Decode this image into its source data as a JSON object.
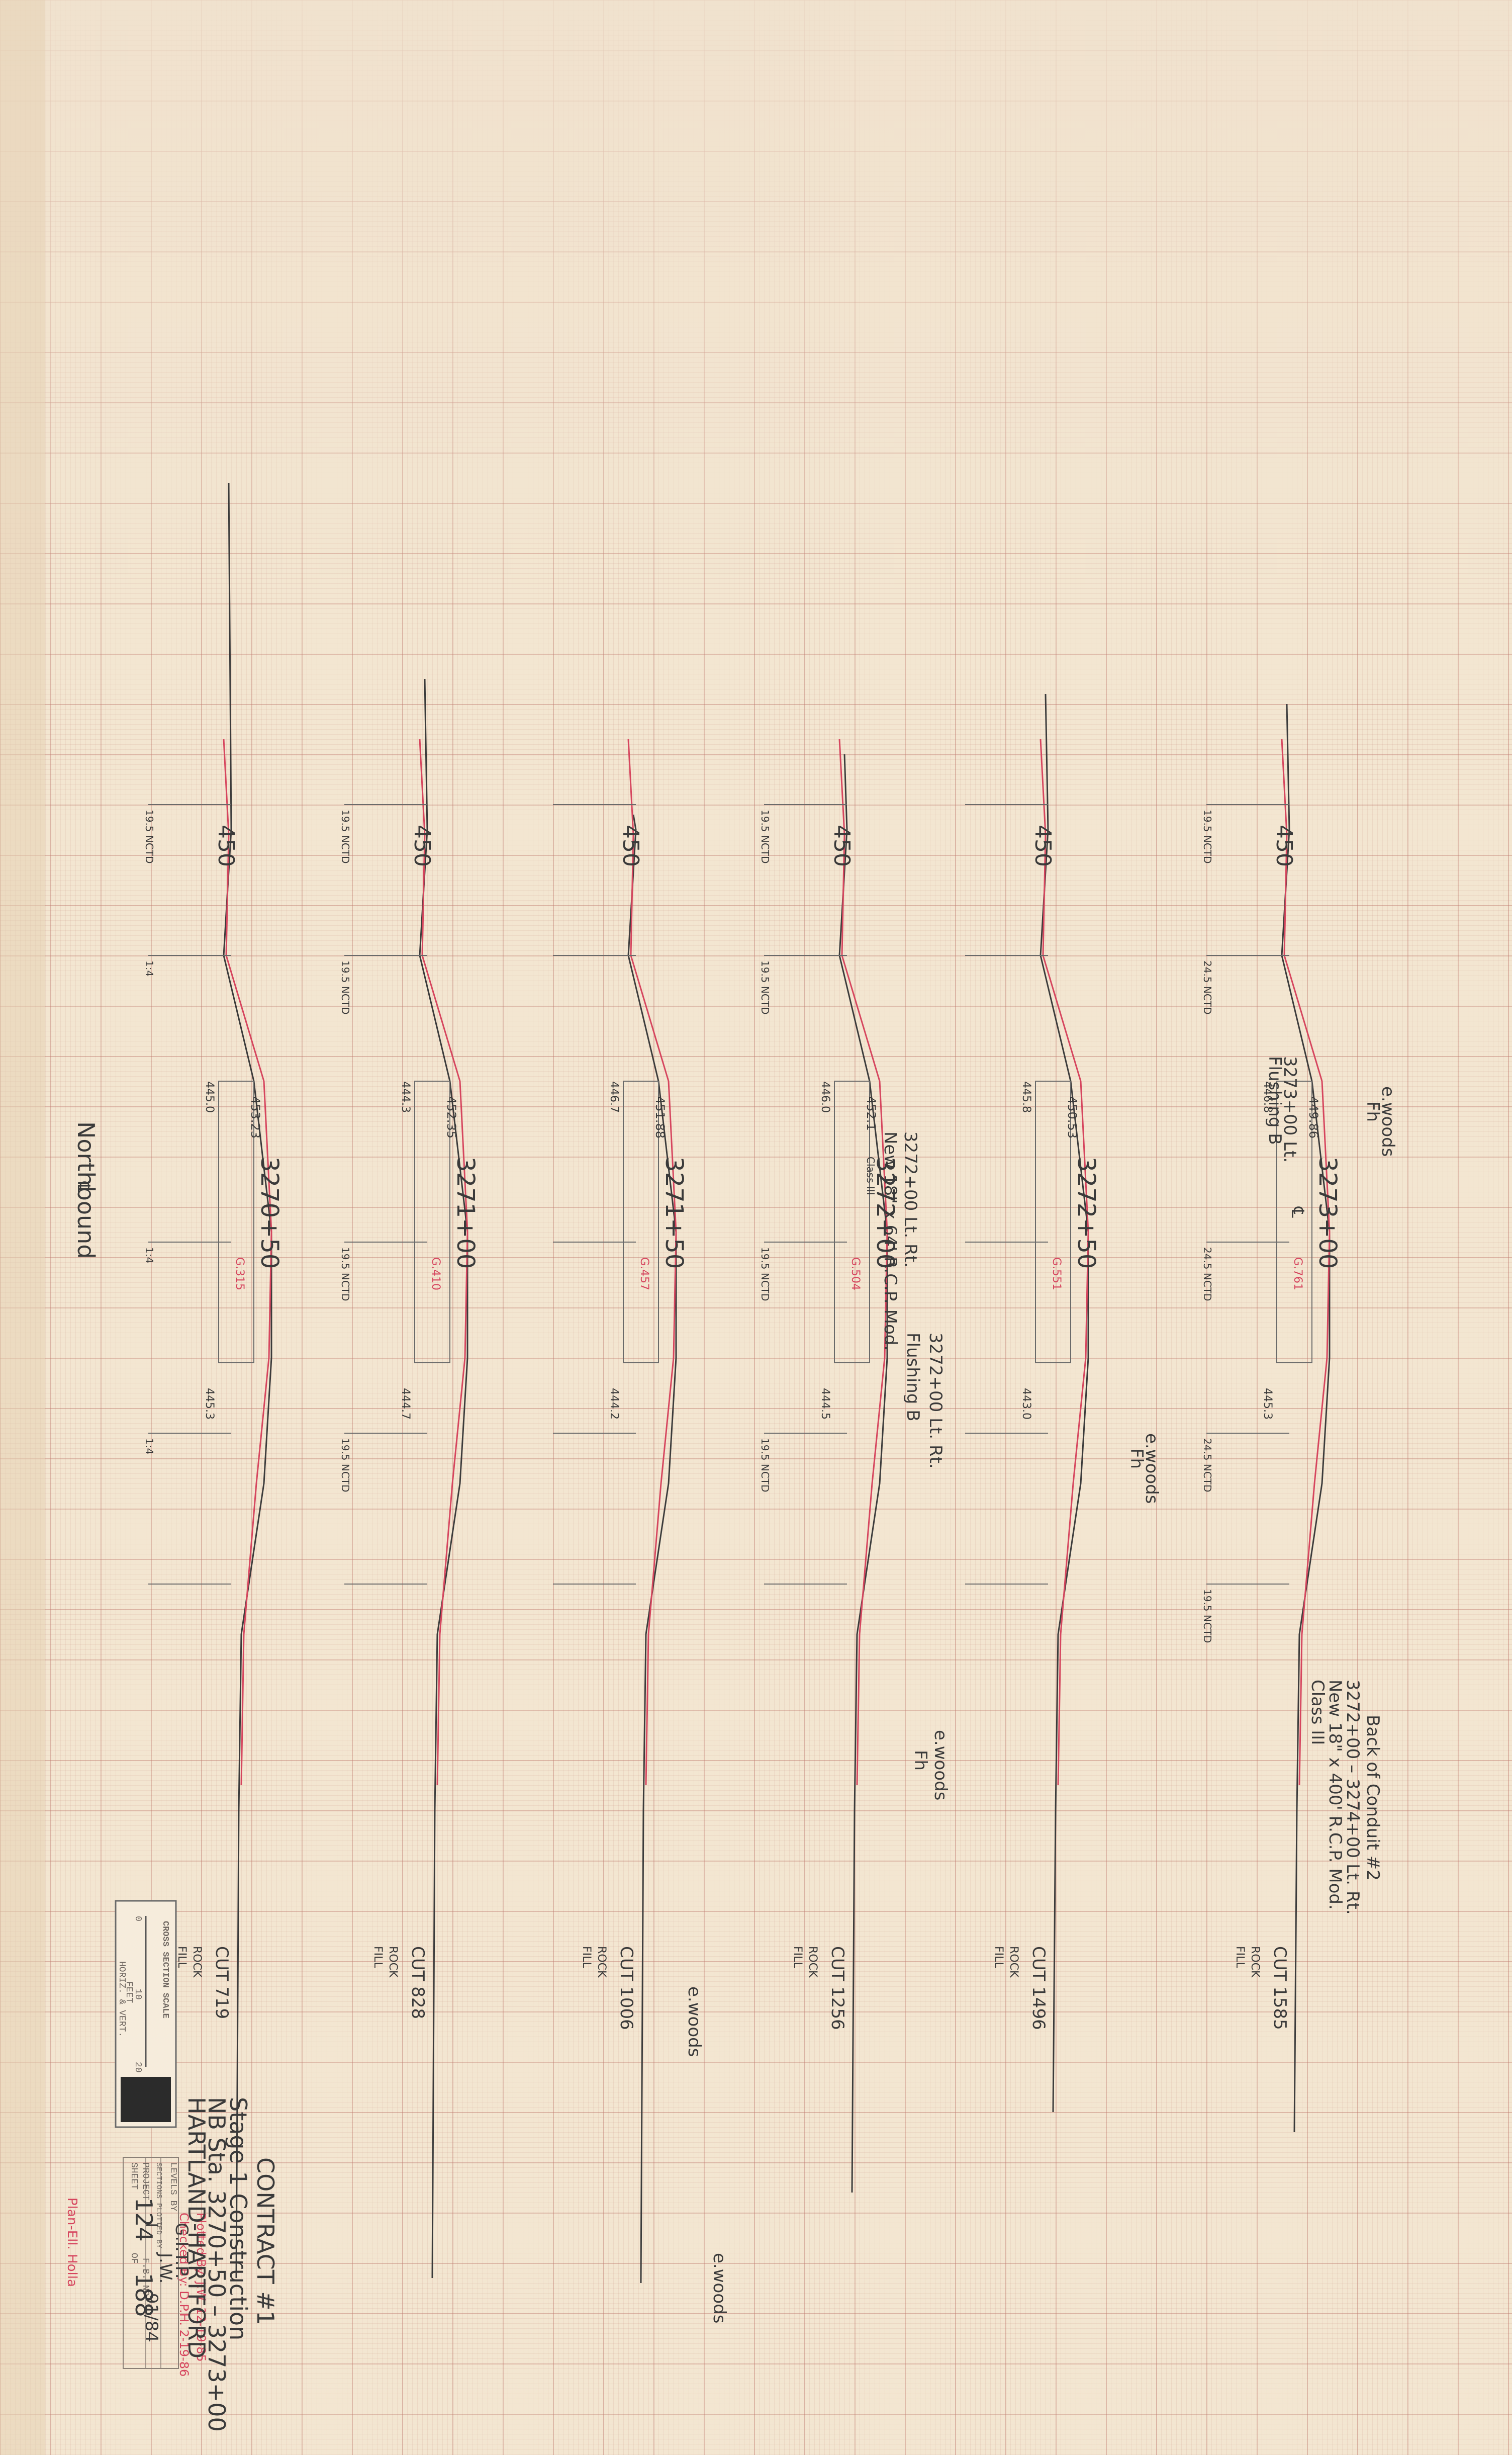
{
  "title_block": {
    "contract": "CONTRACT #1",
    "stage": "Stage 1 Construction",
    "stations": "NB Sta. 3270+50 – 3273+00",
    "project_name": "HARTLAND-HARTFORD",
    "levels_by_label": "LEVELS BY",
    "levels_by": "G.I.T.P.",
    "sections_plotted_label": "SECTIONS PLOTTED BY",
    "sections_plotted_by": "J.W.",
    "project_label": "PROJECT",
    "project": "I",
    "sheet_label": "SHEET",
    "sheet": "124",
    "sheet_of_label": "OF",
    "sheet_total": "188",
    "field_book_label": "F.B. NO.",
    "field_book": "91/84"
  },
  "scale_box": {
    "title": "CROSS SECTION SCALE",
    "ticks": [
      "0",
      "10",
      "20"
    ],
    "unit": "FEET",
    "note": "HORIZ. & VERT."
  },
  "margin_notes": [
    "Plan-Ell. Holla",
    "Plotted By: J.W. 12-19-85",
    "Checked By: D.P.H. 2-19-86"
  ],
  "centerline_label": "℄",
  "northbound_label": "Northbound",
  "sections": [
    {
      "station": "3270+50",
      "elev": "450",
      "grade_elev": "453.23",
      "left_elev": "445.0",
      "right_elev": "445.3",
      "grade_note": "G.315",
      "offset_labels": [
        "19.5 NCTD",
        "1:4",
        "1:4",
        "1:4"
      ],
      "quantity": {
        "cut": "CUT 719",
        "rock": "ROCK",
        "fill": "FILL"
      },
      "notes": []
    },
    {
      "station": "3271+00",
      "elev": "450",
      "grade_elev": "452.35",
      "left_elev": "444.3",
      "right_elev": "444.7",
      "grade_note": "G.410",
      "offset_labels": [
        "19.5 NCTD",
        "19.5 NCTD",
        "19.5 NCTD",
        "19.5 NCTD"
      ],
      "quantity": {
        "cut": "CUT 828",
        "rock": "ROCK",
        "fill": "FILL"
      },
      "notes": []
    },
    {
      "station": "3271+50",
      "elev": "450",
      "grade_elev": "451.88",
      "left_elev": "446.7",
      "right_elev": "444.2",
      "grade_note": "G.457",
      "offset_labels": [],
      "quantity": {
        "cut": "CUT 1006",
        "rock": "ROCK",
        "fill": "FILL"
      },
      "notes": [
        "e.woods"
      ]
    },
    {
      "station": "3272+00",
      "elev": "450",
      "grade_elev": "452.1",
      "left_elev": "446.0",
      "right_elev": "444.5",
      "grade_note": "G.504",
      "offset_labels": [
        "19.5 NCTD",
        "19.5 NCTD",
        "19.5 NCTD",
        "19.5 NCTD"
      ],
      "quantity": {
        "cut": "CUT 1256",
        "rock": "ROCK",
        "fill": "FILL"
      },
      "notes": [
        "3272+00 Lt. Rt.",
        "New 18\" x 64' R.C.P. Mod.",
        "Class III",
        "3272+00 Lt. Rt.",
        "Flushing B",
        "e.woods",
        "Fh"
      ]
    },
    {
      "station": "3272+50",
      "elev": "450",
      "grade_elev": "450.53",
      "left_elev": "445.8",
      "right_elev": "443.0",
      "grade_note": "G.551",
      "offset_labels": [],
      "quantity": {
        "cut": "CUT 1496",
        "rock": "ROCK",
        "fill": "FILL"
      },
      "notes": [
        "e.woods",
        "Fh"
      ]
    },
    {
      "station": "3273+00",
      "elev": "450",
      "grade_elev": "449.86",
      "left_elev": "446.8",
      "right_elev": "445.3",
      "grade_note": "G.761",
      "offset_labels": [
        "19.5 NCTD",
        "24.5 NCTD",
        "24.5 NCTD",
        "24.5 NCTD",
        "19.5 NCTD"
      ],
      "quantity": {
        "cut": "CUT 1585",
        "rock": "ROCK",
        "fill": "FILL"
      },
      "notes": [
        "3273+00 Lt.",
        "Flushing B",
        "e.woods",
        "Fh",
        "3272+00 – 3274+00 Lt. Rt.",
        "New 18\" x 400' R.C.P. Mod.",
        "Class III",
        "Back of Conduit #2"
      ]
    }
  ],
  "bottom_note": "e.woods",
  "colors": {
    "paper": "#f3e6d1",
    "grid": "#c8877b",
    "pencil": "#3a3a3a",
    "red_pencil": "#d6455e"
  }
}
